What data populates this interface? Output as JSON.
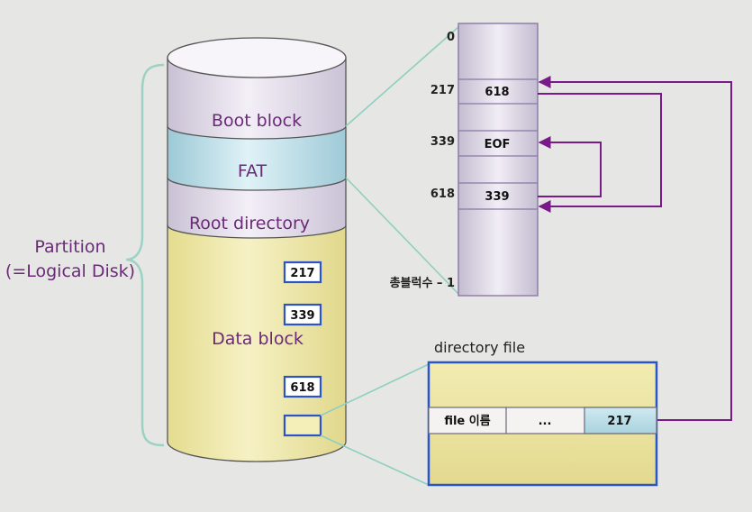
{
  "partition": {
    "line1": "Partition",
    "line2": "(=Logical Disk)"
  },
  "disk": {
    "boot_block": "Boot block",
    "fat": "FAT",
    "root_directory": "Root directory",
    "data_block": "Data block",
    "blocks": [
      "217",
      "339",
      "618"
    ]
  },
  "fat_table": {
    "index_top": "0",
    "index_bottom": "총블럭수 – 1",
    "rows": [
      {
        "index": "217",
        "value": "618"
      },
      {
        "index": "339",
        "value": "EOF"
      },
      {
        "index": "618",
        "value": "339"
      }
    ]
  },
  "directory_file": {
    "title": "directory file",
    "cells": [
      "file 이름",
      "...",
      "217"
    ]
  },
  "colors": {
    "purple_text": "#6a2a78",
    "arrow": "#7a1a8a",
    "box_border": "#2a55c8",
    "connector": "#8ecfc1",
    "fat_band": "#bfe3ec",
    "lavender": "#e8e2f0",
    "data_yellow": "#f2ecaa"
  }
}
